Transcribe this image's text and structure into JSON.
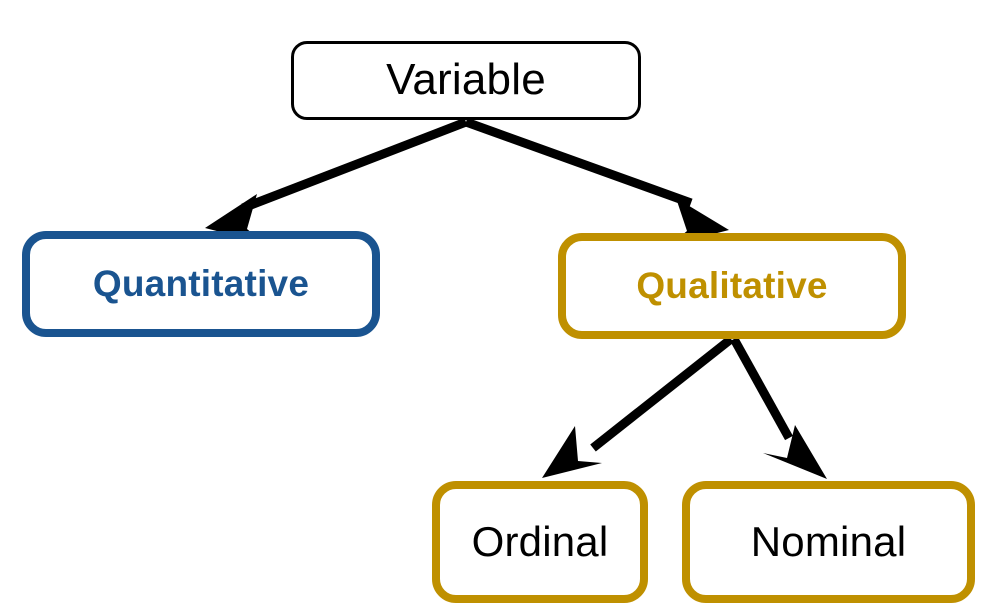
{
  "diagram": {
    "title": "Variable classification tree",
    "type": "tree-diagram",
    "background_color": "#FFFFFF",
    "palette": {
      "root_border": "#000000",
      "root_text": "#000000",
      "quantitative": "#1A5490",
      "qualitative": "#BF9000",
      "leaf_border": "#BF9000",
      "leaf_text": "#000000",
      "arrow": "#000000"
    },
    "nodes": {
      "root": {
        "label": "Variable",
        "border_color": "#000000",
        "text_color": "#000000",
        "font_weight": "regular"
      },
      "quantitative": {
        "label": "Quantitative",
        "border_color": "#1A5490",
        "text_color": "#1A5490",
        "font_weight": "bold"
      },
      "qualitative": {
        "label": "Qualitative",
        "border_color": "#BF9000",
        "text_color": "#BF9000",
        "font_weight": "bold"
      },
      "ordinal": {
        "label": "Ordinal",
        "border_color": "#BF9000",
        "text_color": "#000000",
        "font_weight": "regular"
      },
      "nominal": {
        "label": "Nominal",
        "border_color": "#BF9000",
        "text_color": "#000000",
        "font_weight": "regular"
      }
    },
    "edges": [
      {
        "name": "variable-to-quantitative",
        "from": "root",
        "to": "quantitative"
      },
      {
        "name": "variable-to-qualitative",
        "from": "root",
        "to": "qualitative"
      },
      {
        "name": "qualitative-to-ordinal",
        "from": "qualitative",
        "to": "ordinal"
      },
      {
        "name": "qualitative-to-nominal",
        "from": "qualitative",
        "to": "nominal"
      }
    ]
  }
}
